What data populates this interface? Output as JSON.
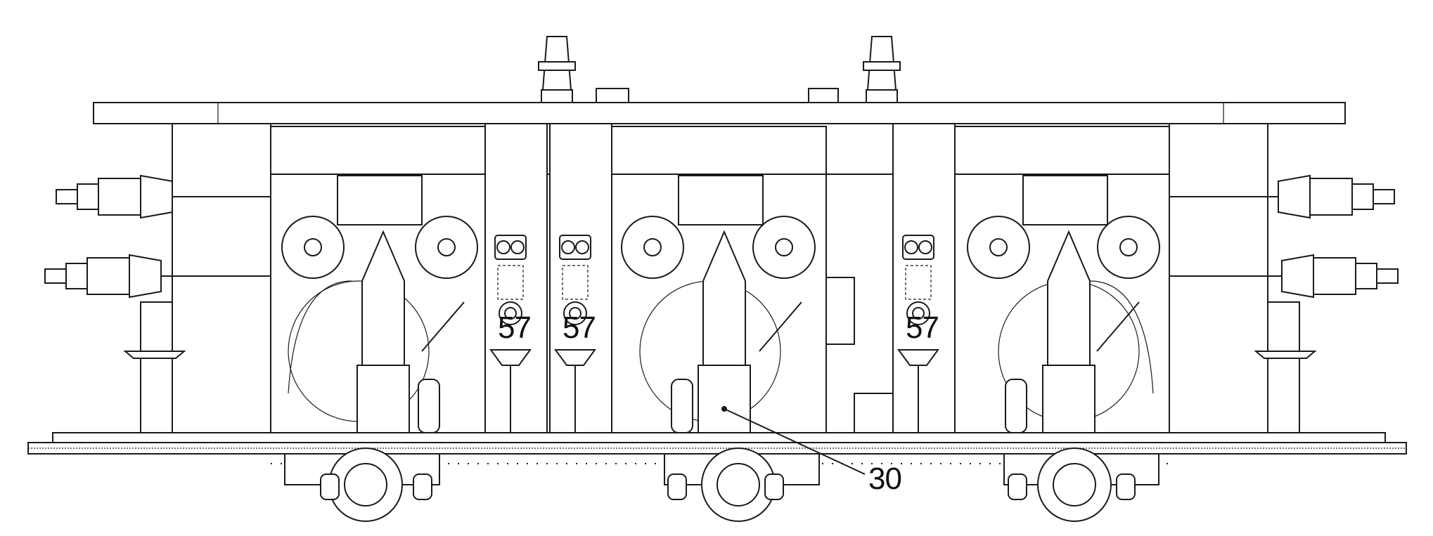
{
  "diagram": {
    "labels": {
      "unit_a": "57",
      "unit_b": "57",
      "unit_c": "57",
      "callout": "30"
    }
  }
}
